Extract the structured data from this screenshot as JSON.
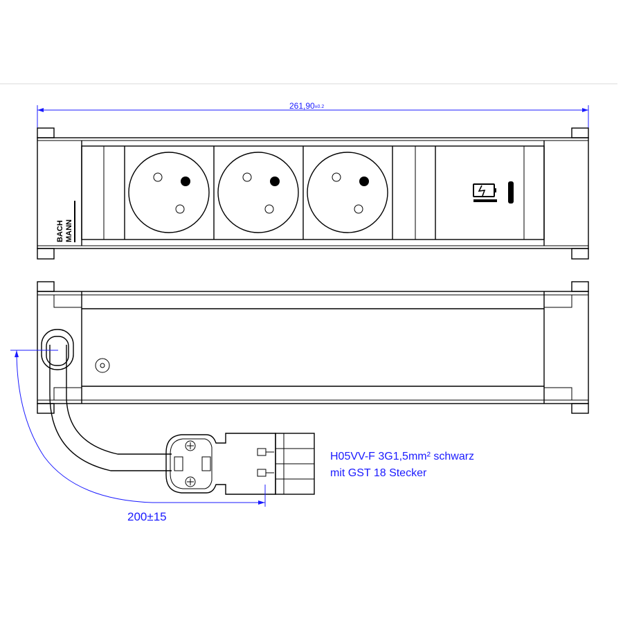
{
  "brand": {
    "line1": "BACH",
    "line2": "MANN"
  },
  "dimensions": {
    "overall_length": "261,90",
    "overall_tolerance": "±0.2",
    "cable_length": "200±15"
  },
  "cable_note": {
    "line1": "H05VV-F 3G1,5mm² schwarz",
    "line2": "mit GST 18 Stecker"
  },
  "sockets": [
    {
      "id": "socket-1"
    },
    {
      "id": "socket-2"
    },
    {
      "id": "socket-3"
    }
  ],
  "colors": {
    "line": "#000000",
    "dimension": "#1a1aff",
    "background": "#ffffff"
  }
}
